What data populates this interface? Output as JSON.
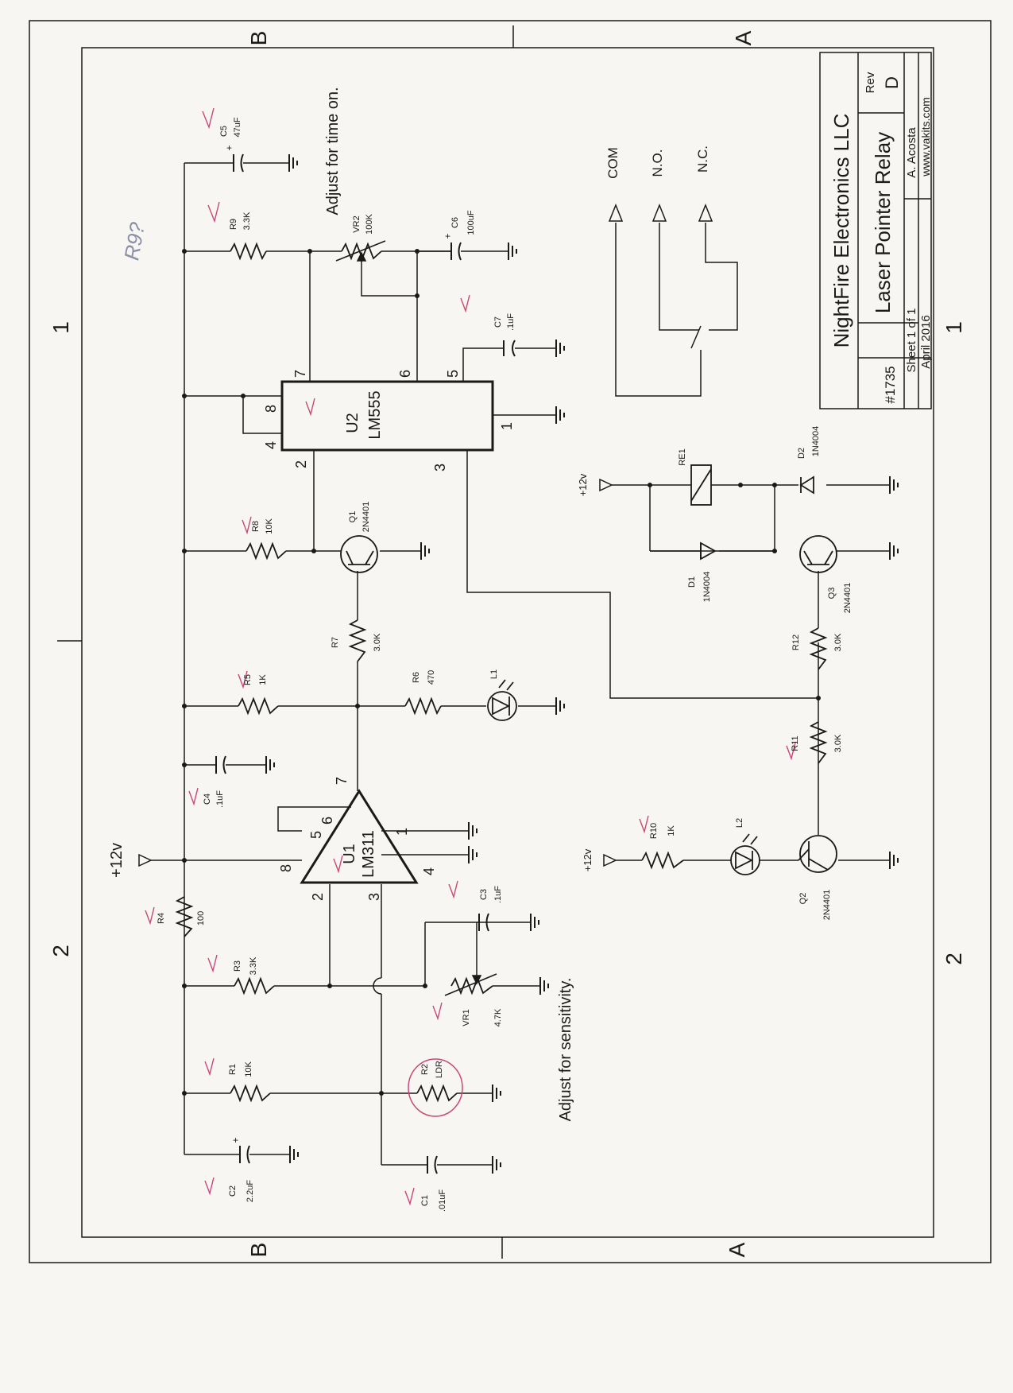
{
  "title_block": {
    "company": "NightFire Electronics LLC",
    "project": "Laser Pointer Relay",
    "rev_label": "Rev",
    "rev": "D",
    "part_no": "#1735",
    "author": "A. Acosta",
    "sheet": "Sheet 1 of 1",
    "date": "April 2016",
    "website": "www.vakits.com"
  },
  "zones": {
    "col_1": "1",
    "col_2": "2",
    "row_a": "A",
    "row_b": "B"
  },
  "supply": {
    "rail": "+12v",
    "relay_supply": "+12v",
    "led_supply": "+12v"
  },
  "notes": {
    "time_adjust": "Adjust for time on.",
    "sensitivity_adjust": "Adjust for sensitivity."
  },
  "handwritten": {
    "r9_note": "R9?"
  },
  "ic": {
    "u1": {
      "ref": "U1",
      "part": "LM311"
    },
    "u2": {
      "ref": "U2",
      "part": "LM555"
    }
  },
  "u1_pins": {
    "p8": "8",
    "p2": "2",
    "p3": "3",
    "p4": "4",
    "p5": "5",
    "p6": "6",
    "p1": "1",
    "p7": "7"
  },
  "u2_pins": {
    "p8": "8",
    "p4": "4",
    "p2": "2",
    "p7": "7",
    "p6": "6",
    "p5": "5",
    "p1": "1",
    "p3": "3"
  },
  "parts": {
    "r1": {
      "ref": "R1",
      "value": "10K"
    },
    "r2": {
      "ref": "R2",
      "value": "LDR"
    },
    "r3": {
      "ref": "R3",
      "value": "3.3K"
    },
    "r4": {
      "ref": "R4",
      "value": "100"
    },
    "r5": {
      "ref": "R5",
      "value": "1K"
    },
    "r6": {
      "ref": "R6",
      "value": "470"
    },
    "r7": {
      "ref": "R7",
      "value": "3.0K"
    },
    "r8": {
      "ref": "R8",
      "value": "10K"
    },
    "r9": {
      "ref": "R9",
      "value": "3.3K"
    },
    "r10": {
      "ref": "R10",
      "value": "1K"
    },
    "r11": {
      "ref": "R11",
      "value": "3.0K"
    },
    "r12": {
      "ref": "R12",
      "value": "3.0K"
    },
    "vr1": {
      "ref": "VR1",
      "value": "4.7K"
    },
    "vr2": {
      "ref": "VR2",
      "value": "100K"
    },
    "c1": {
      "ref": "C1",
      "value": ".01uF"
    },
    "c2": {
      "ref": "C2",
      "value": "2.2uF"
    },
    "c3": {
      "ref": "C3",
      "value": ".1uF"
    },
    "c4": {
      "ref": "C4",
      "value": ".1uF"
    },
    "c5": {
      "ref": "C5",
      "value": "47uF"
    },
    "c6": {
      "ref": "C6",
      "value": "100uF"
    },
    "c7": {
      "ref": "C7",
      "value": ".1uF"
    },
    "q1": {
      "ref": "Q1",
      "value": "2N4401"
    },
    "q2": {
      "ref": "Q2",
      "value": "2N4401"
    },
    "q3": {
      "ref": "Q3",
      "value": "2N4401"
    },
    "d1": {
      "ref": "D1",
      "value": "1N4004"
    },
    "d2": {
      "ref": "D2",
      "value": "1N4004"
    },
    "l1": {
      "ref": "L1"
    },
    "l2": {
      "ref": "L2"
    },
    "re1": {
      "ref": "RE1"
    }
  },
  "relay_contacts": {
    "com": "COM",
    "no": "N.O.",
    "nc": "N.C."
  }
}
